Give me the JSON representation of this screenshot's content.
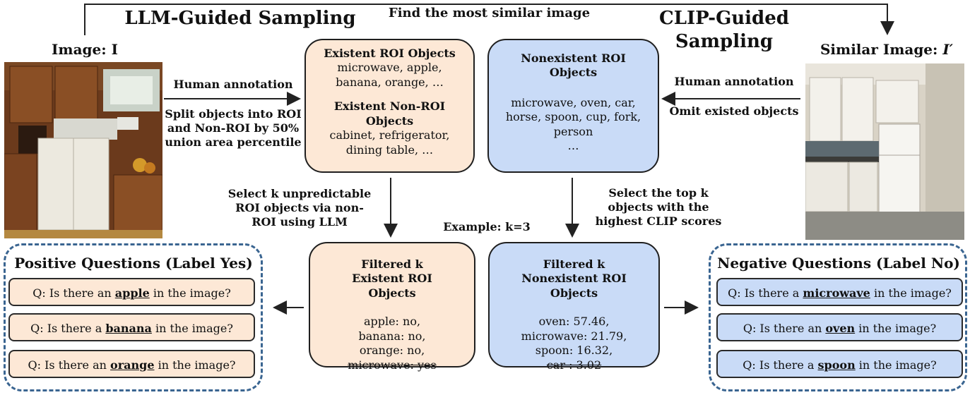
{
  "top": {
    "llm_title": "LLM-Guided Sampling",
    "clip_title": "CLIP-Guided Sampling",
    "find_label": "Find the most similar image"
  },
  "left": {
    "image_label": "Image: I",
    "human_annotation": "Human annotation",
    "split_text": "Split objects into ROI and Non-ROI by 50% union area percentile",
    "select_text": "Select k unpredictable ROI objects via non-ROI using LLM"
  },
  "right": {
    "image_label_prefix": "Similar Image: ",
    "image_label_var": "I′",
    "human_annotation": "Human annotation",
    "omit_text": "Omit existed objects",
    "select_text": "Select the top k objects with the highest CLIP scores"
  },
  "example": "Example: k=3",
  "existent_box": {
    "roi_title": "Existent ROI Objects",
    "roi_items": "microwave, apple, banana, orange, …",
    "nonroi_title": "Existent Non-ROI Objects",
    "nonroi_items": "cabinet, refrigerator, dining table, …"
  },
  "nonexistent_box": {
    "title": "Nonexistent ROI Objects",
    "items": "microwave, oven, car, horse, spoon, cup, fork, person",
    "ellipsis": "…"
  },
  "filtered_existent": {
    "title": "Filtered k Existent ROI Objects",
    "rows": [
      "apple: no,",
      "banana: no,",
      "orange: no,"
    ],
    "struck": "microwave: yes"
  },
  "filtered_nonexistent": {
    "title": "Filtered k Nonexistent ROI Objects",
    "rows": [
      "oven: 57.46,",
      "microwave: 21.79,",
      "spoon: 16.32,"
    ],
    "struck": "car : 3.02"
  },
  "positive": {
    "title": "Positive Questions (Label Yes)",
    "questions": [
      {
        "pre": "Q: Is there an ",
        "kw": "apple",
        "post": " in the image?"
      },
      {
        "pre": "Q: Is there a ",
        "kw": "banana",
        "post": " in the image?"
      },
      {
        "pre": "Q: Is there an ",
        "kw": "orange",
        "post": " in the image?"
      }
    ]
  },
  "negative": {
    "title": "Negative Questions (Label No)",
    "questions": [
      {
        "pre": "Q: Is there a ",
        "kw": "microwave",
        "post": " in the image?"
      },
      {
        "pre": "Q: Is there an ",
        "kw": "oven",
        "post": " in the image?"
      },
      {
        "pre": "Q: Is there a ",
        "kw": "spoon",
        "post": " in the image?"
      }
    ]
  }
}
